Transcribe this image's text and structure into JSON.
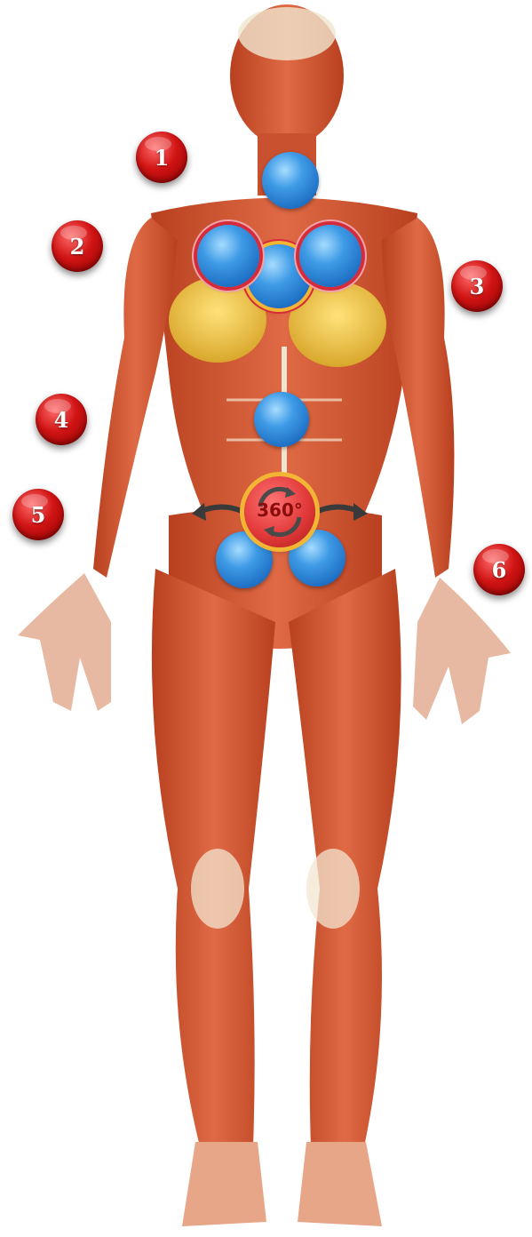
{
  "markers": [
    {
      "label": "1"
    },
    {
      "label": "2"
    },
    {
      "label": "3"
    },
    {
      "label": "4"
    },
    {
      "label": "5"
    },
    {
      "label": "6"
    }
  ],
  "rotate_control": {
    "label": "360°",
    "icon": "rotate-360-icon"
  },
  "colors": {
    "marker_red": "#d11414",
    "hotspot_blue": "#3f9be6",
    "ring_red": "#d62b3a",
    "ring_gold": "#f2b634",
    "skin_muscle": "#d9583a",
    "fat_yellow": "#f2c94c",
    "tendon": "#f3e6d0"
  }
}
